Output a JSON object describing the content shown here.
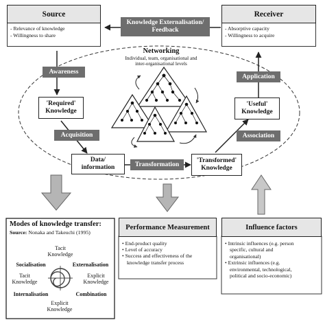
{
  "source": {
    "title": "Source",
    "items": [
      "Relevance of knowledge",
      "Willingness to share"
    ]
  },
  "receiver": {
    "title": "Receiver",
    "items": [
      "Absorptive capacity",
      "Willingness to acquire"
    ]
  },
  "feedback_label": [
    "Knowledge Externalisation/",
    "Feedback"
  ],
  "networking": {
    "title": "Networking",
    "subtitle": [
      "Individual, team, organisational and",
      "inter-organisational levels"
    ]
  },
  "flow_labels": {
    "awareness": "Awareness",
    "acquisition": "Acquisition",
    "transformation": "Transformation",
    "association": "Association",
    "application": "Application"
  },
  "nodes": {
    "required": [
      "'Required'",
      "Knowledge"
    ],
    "data_info": [
      "Data/",
      "information"
    ],
    "transformed": [
      "'Transformed'",
      "Knowledge"
    ],
    "useful": [
      "'Useful'",
      "Knowledge"
    ]
  },
  "modes": {
    "title": "Modes of knowledge transfer:",
    "source_label": "Source:",
    "source_text": "Nonaka and Takeuchi (1995)",
    "tacit_top": [
      "Tacit",
      "Knowledge"
    ],
    "tacit_left": [
      "Tacit",
      "Knowledge"
    ],
    "explicit_right": [
      "Explicit",
      "Knowledge"
    ],
    "explicit_bottom": [
      "Explicit",
      "Knowledge"
    ],
    "socialisation": "Socialisation",
    "externalisation": "Externalisation",
    "internalisation": "Internalisation",
    "combination": "Combination"
  },
  "performance": {
    "title": "Performance Measurement",
    "items": [
      [
        "End-product quality"
      ],
      [
        "Level of accuracy"
      ],
      [
        "Success and effectiveness of the",
        "knowledge transfer process"
      ]
    ]
  },
  "influence": {
    "title": "Influence factors",
    "items": [
      [
        "Intrinsic influences (e.g. person",
        "specific, cultural and",
        "organisational)"
      ],
      [
        "Extrinsic influences (e.g.",
        "environmental, technological,",
        "political and socio-economic)"
      ]
    ]
  }
}
